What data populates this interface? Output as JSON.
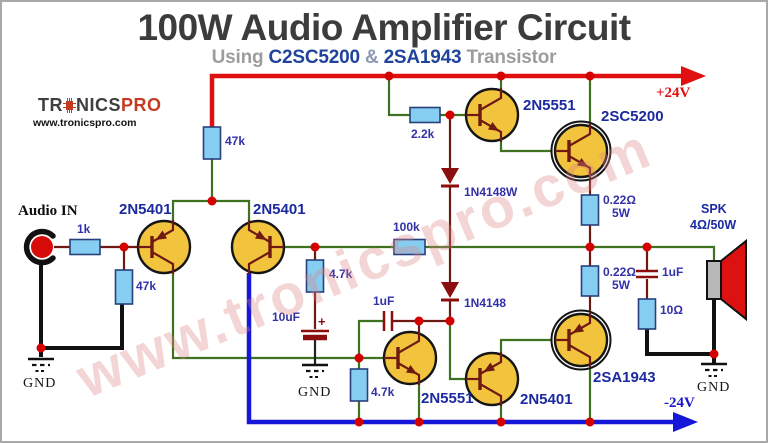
{
  "header": {
    "title": "100W Audio Amplifier Circuit",
    "subtitle": {
      "using": "Using",
      "npn": "C2SC5200",
      "amp": "&",
      "pnp": "2SA1943",
      "suffix": "Transistor"
    }
  },
  "logo": {
    "brand_tr": "TR",
    "brand_nics": "NICS",
    "brand_pro": "PRO",
    "url": "www.tronicspro.com"
  },
  "watermark": "www.tronicspro.com",
  "rails": {
    "positive": "+24V",
    "negative": "-24V"
  },
  "io": {
    "audio_in": "Audio IN",
    "speaker_name": "SPK",
    "speaker_spec": "4Ω/50W",
    "gnd1": "GND",
    "gnd2": "GND",
    "gnd3": "GND"
  },
  "components": {
    "r_input": "1k",
    "r_input_shunt": "47k",
    "r_tail": "47k",
    "r_bias": "2.2k",
    "r_feedback": "100k",
    "r_fb_shunt": "4.7k",
    "r_vas_load": "4.7k",
    "r_emitter_top_val": "0.22Ω",
    "r_emitter_top_pwr": "5W",
    "r_emitter_bot_val": "0.22Ω",
    "r_emitter_bot_pwr": "5W",
    "r_zobel": "10Ω",
    "c_feedback": "10uF",
    "c_feedback_polarity": "+",
    "c_comp": "1uF",
    "c_zobel": "1uF",
    "d_bias_top": "1N4148W",
    "d_bias_bottom": "1N4148",
    "q_input1": "2N5401",
    "q_input2": "2N5401",
    "q_driver_top": "2N5551",
    "q_vas": "2N5551",
    "q_driver_bot": "2N5401",
    "q_power_npn": "2SC5200",
    "q_power_pnp": "2SA1943"
  },
  "colors": {
    "rail_positive": "#e01010",
    "rail_negative": "#1616d8",
    "wire_green": "#3e7220",
    "wire_maroon": "#6e1a12",
    "resistor_fill": "#86cdf2",
    "transistor_fill": "#f2c43d",
    "junction": "#d40000",
    "value_label": "#3231a8",
    "transistor_label": "#1b2aa0",
    "watermark_pink": "#e08484"
  }
}
